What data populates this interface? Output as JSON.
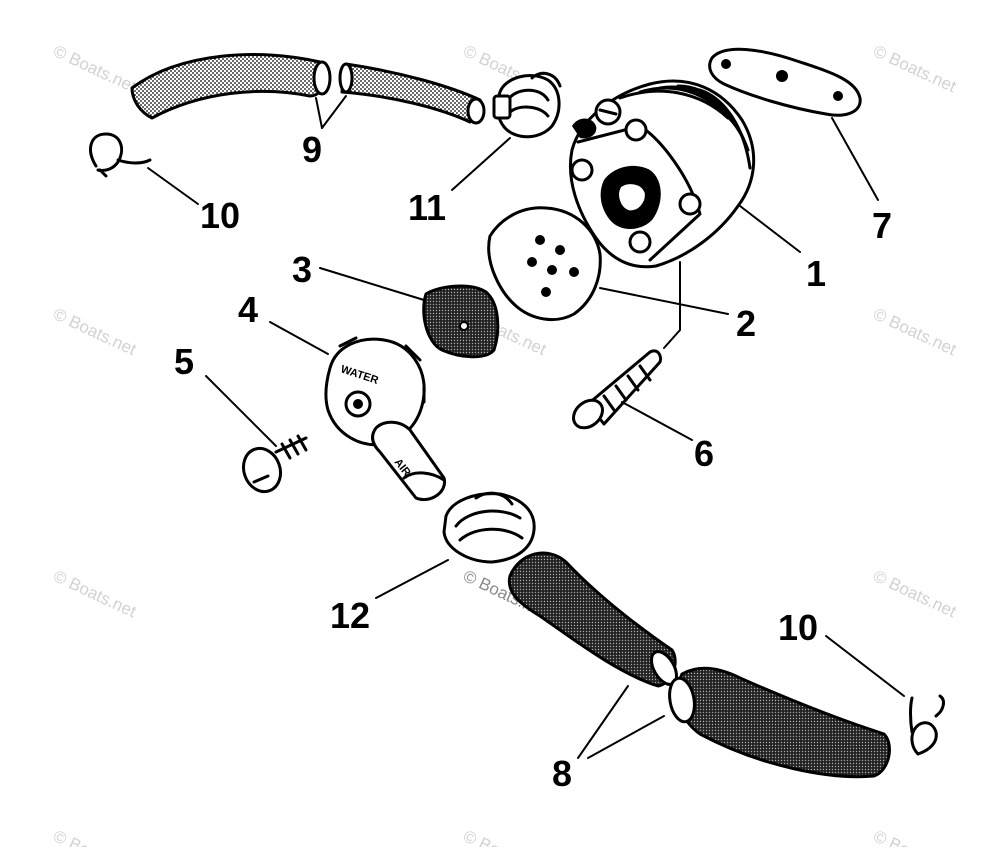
{
  "watermark": "© Boats.net",
  "callouts": [
    {
      "id": "1",
      "label": "1"
    },
    {
      "id": "2",
      "label": "2"
    },
    {
      "id": "3",
      "label": "3"
    },
    {
      "id": "4",
      "label": "4"
    },
    {
      "id": "5",
      "label": "5"
    },
    {
      "id": "6",
      "label": "6"
    },
    {
      "id": "7",
      "label": "7"
    },
    {
      "id": "8",
      "label": "8"
    },
    {
      "id": "9",
      "label": "9"
    },
    {
      "id": "10a",
      "label": "10"
    },
    {
      "id": "10b",
      "label": "10"
    },
    {
      "id": "11",
      "label": "11"
    },
    {
      "id": "12",
      "label": "12"
    }
  ],
  "part_text": {
    "valve_marking": "WATER",
    "valve_marking_2": "AIR"
  }
}
